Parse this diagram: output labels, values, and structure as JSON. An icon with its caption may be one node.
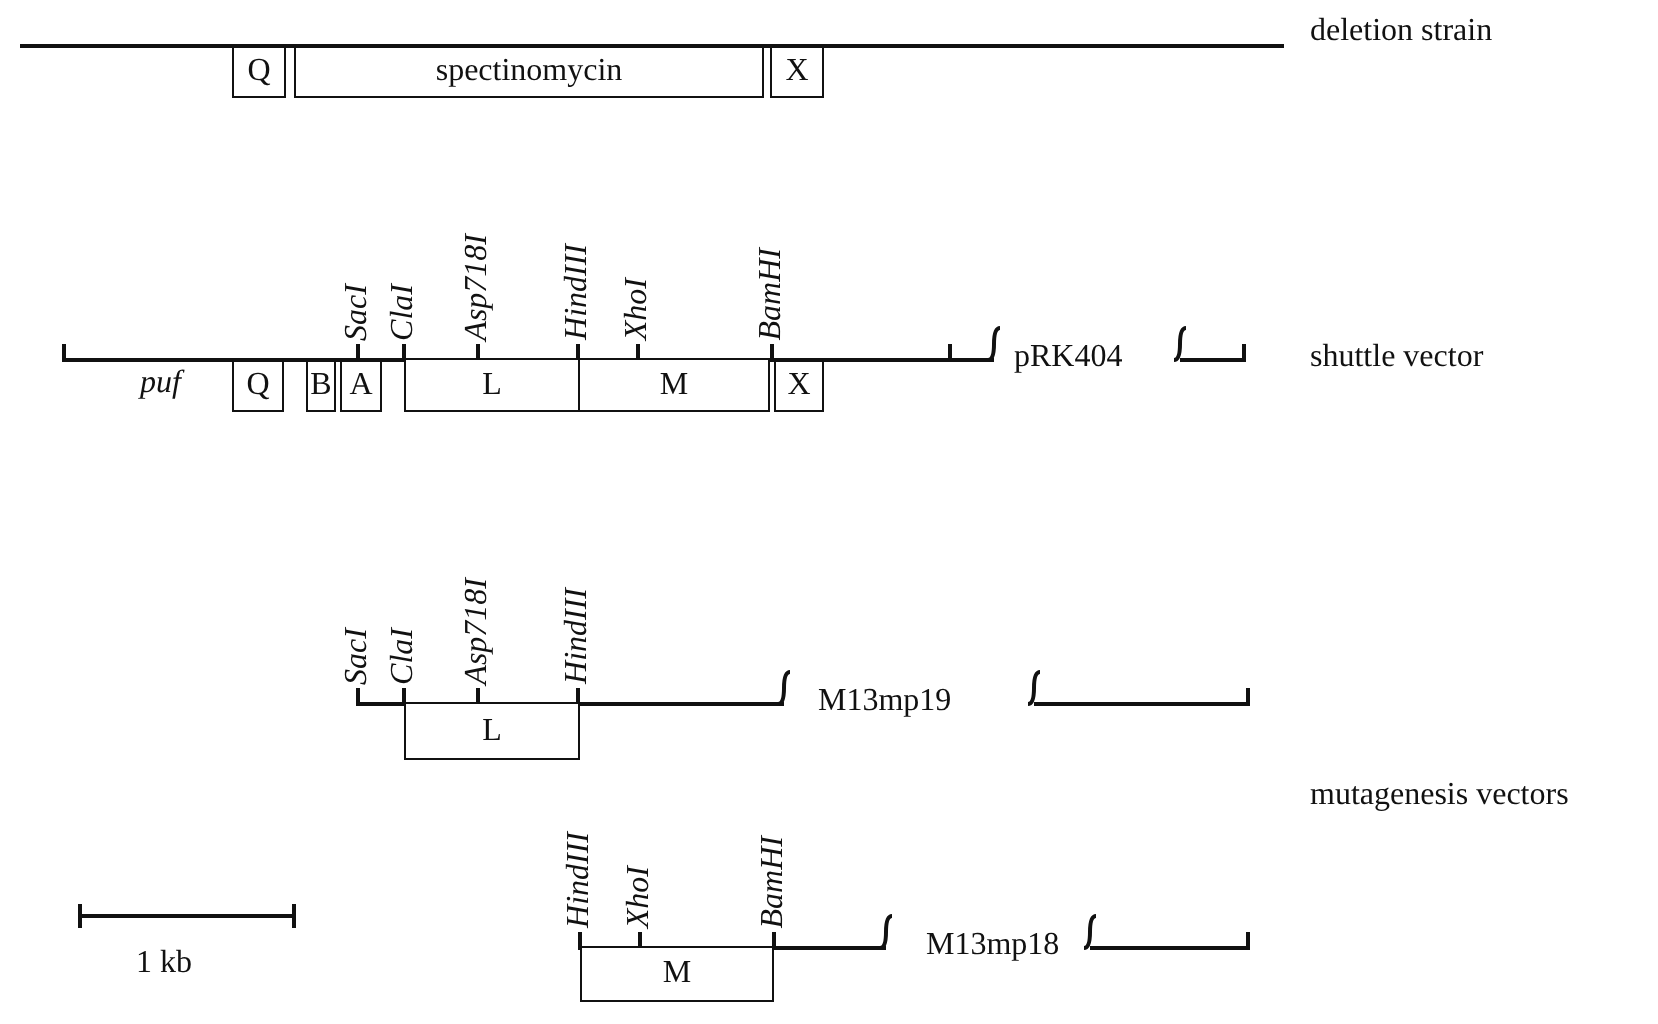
{
  "diagram": {
    "nodes": [
      {
        "text": [
          "Q"
        ]
      },
      {
        "text": [
          "spectinomycin"
        ]
      },
      {
        "text": [
          "X"
        ]
      },
      {
        "text": [
          "Q"
        ]
      },
      {
        "text": [
          "B"
        ]
      },
      {
        "text": [
          "A"
        ]
      },
      {
        "text": [
          "L"
        ]
      },
      {
        "text": [
          "M"
        ]
      },
      {
        "text": [
          "X"
        ]
      },
      {
        "text": [
          "L"
        ]
      },
      {
        "text": [
          "M"
        ]
      }
    ],
    "labels": [
      "deletion strain",
      "SacI",
      "ClaI",
      "Asp718I",
      "HindIII",
      "XhoI",
      "BamHI",
      "pRK404",
      "shuttle vector",
      "puf",
      "SacI",
      "ClaI",
      "Asp718I",
      "HindIII",
      "M13mp19",
      "mutagenesis vectors",
      "HindIII",
      "XhoI",
      "BamHI",
      "M13mp18",
      "1 kb"
    ]
  }
}
